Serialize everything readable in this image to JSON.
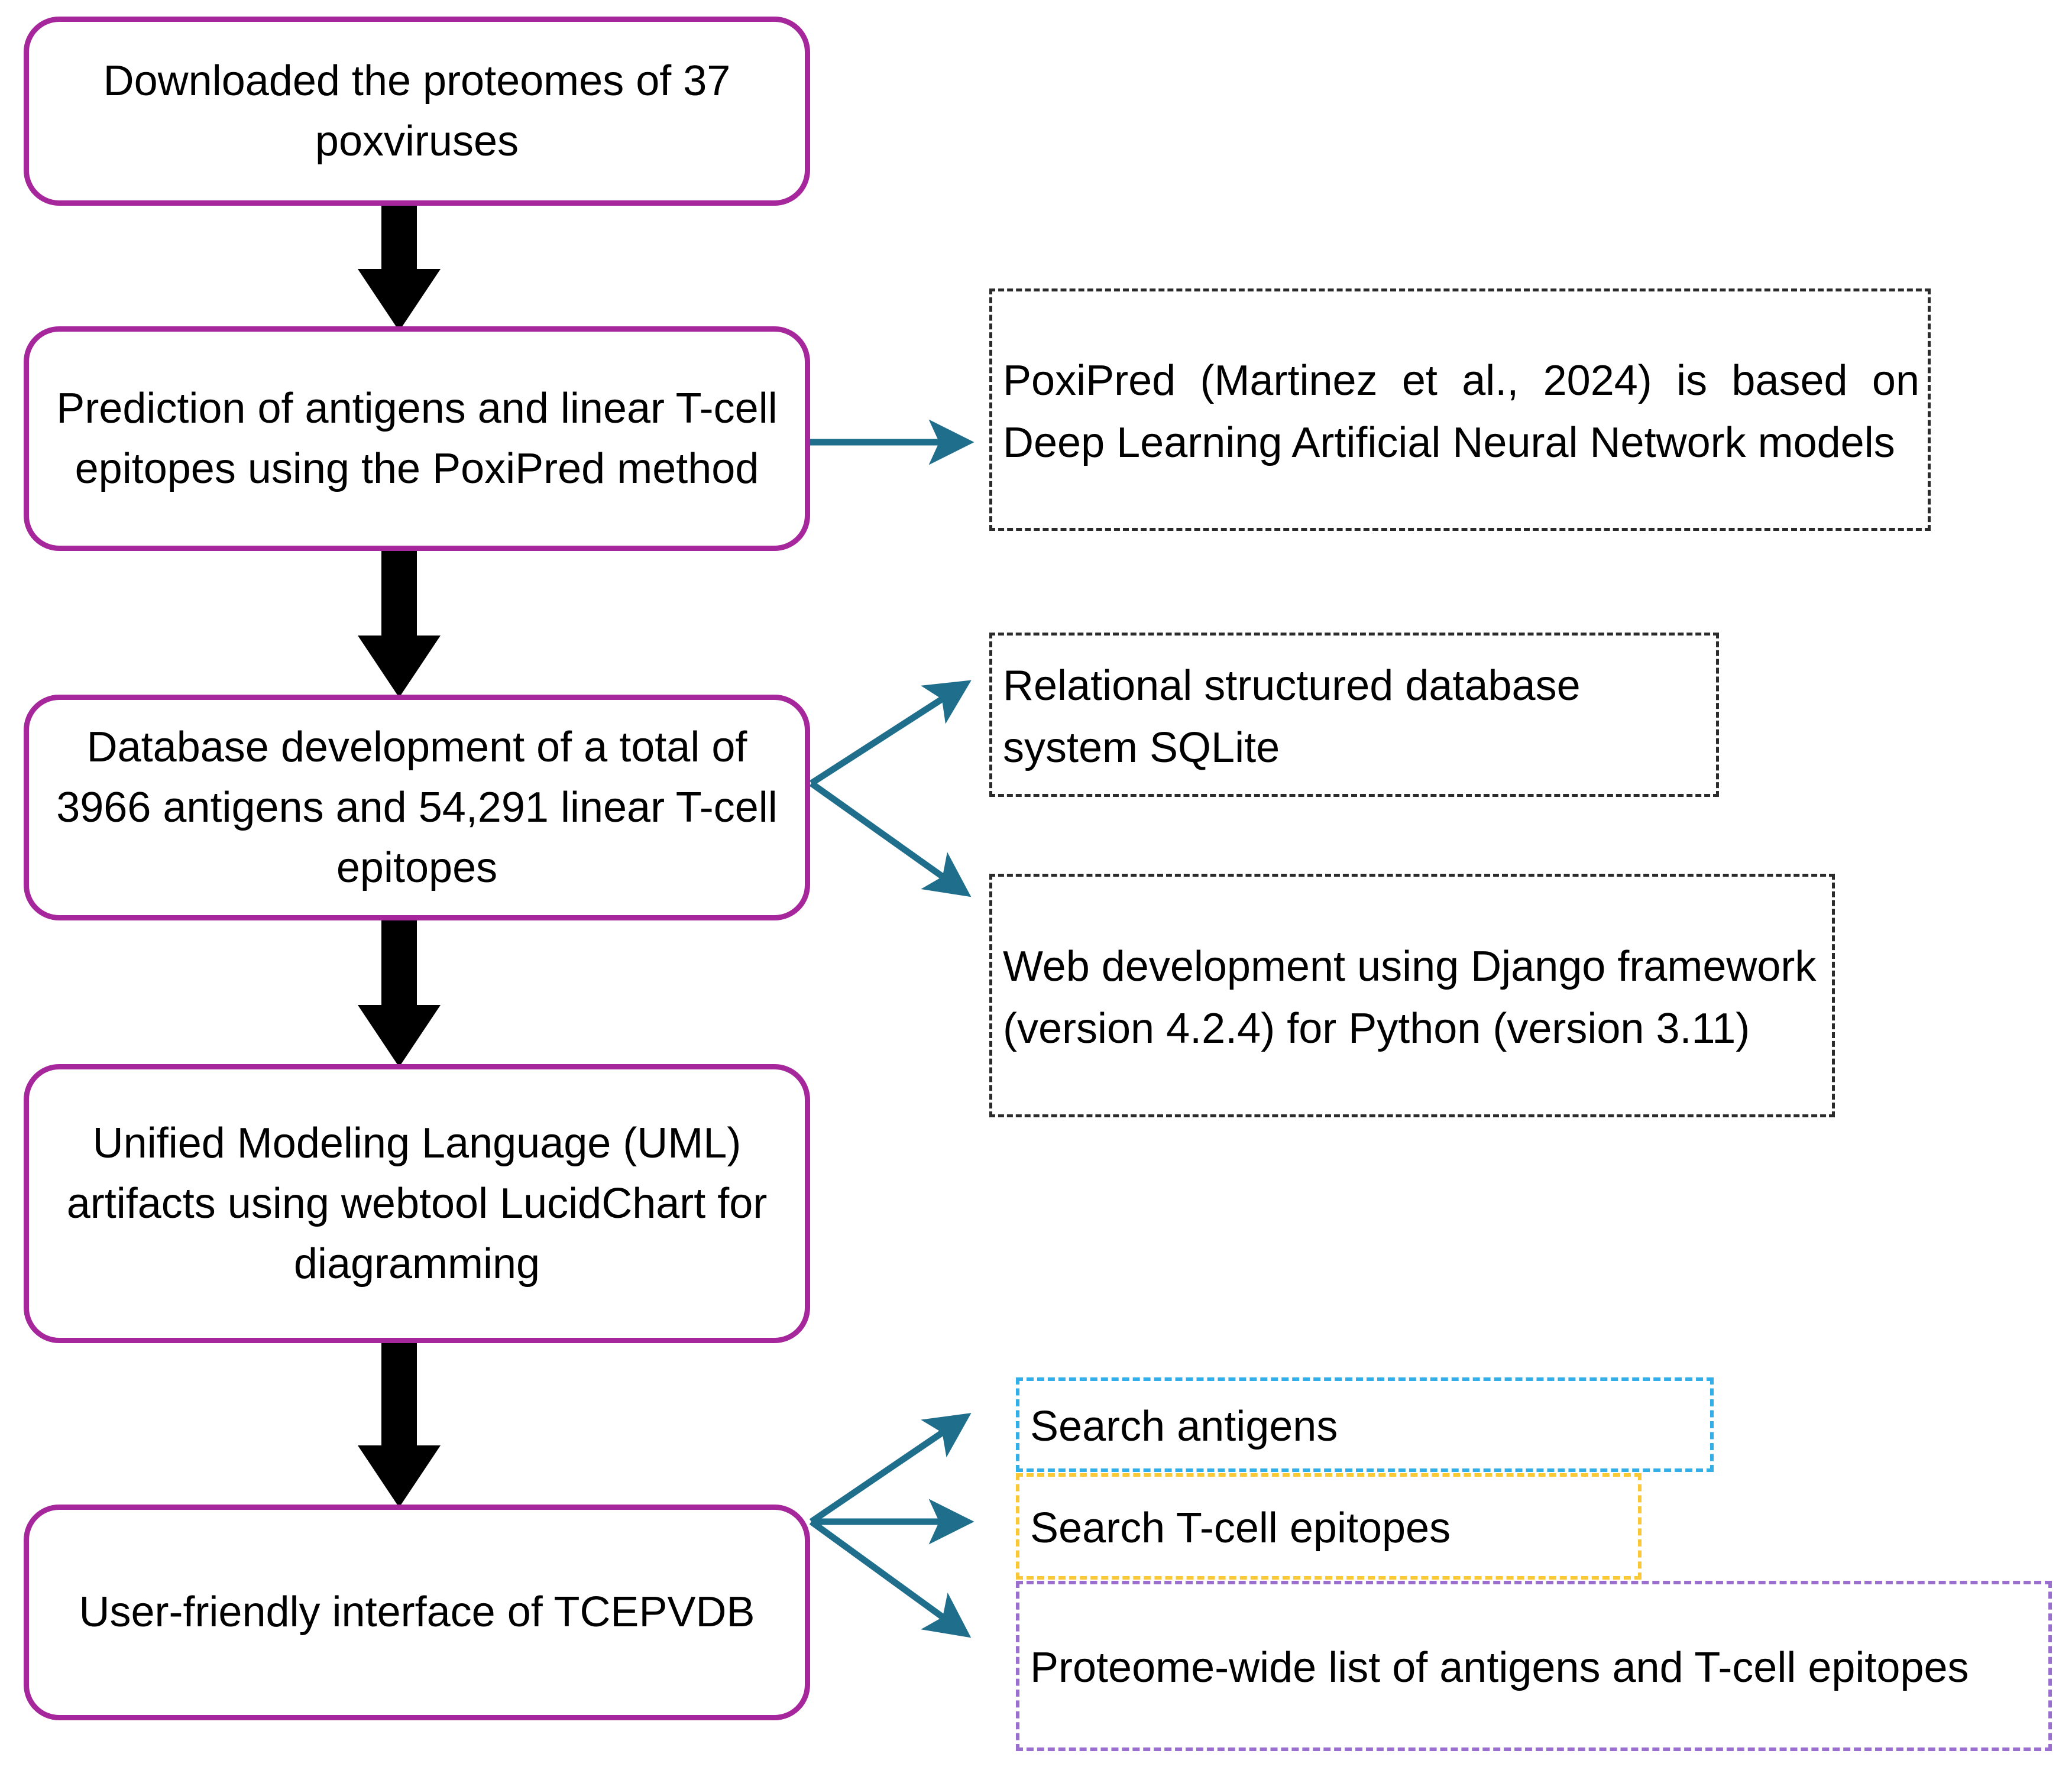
{
  "diagram": {
    "title": "TCEPVDB development workflow flowchart",
    "colors": {
      "process_border": "#A6269B",
      "connector_black": "#000000",
      "connector_teal": "#1F6E8C",
      "note_black": "#2b2b2b",
      "note_blue": "#32AFE8",
      "note_orange": "#FAC836",
      "note_purple": "#9B6FD0"
    }
  },
  "process_steps": [
    {
      "id": "step-download",
      "text": "Downloaded the proteomes of 37 poxviruses"
    },
    {
      "id": "step-prediction",
      "text": "Prediction of antigens and linear T-cell epitopes using the PoxiPred method"
    },
    {
      "id": "step-database",
      "text": "Database development of a total of 3966 antigens and 54,291 linear T-cell epitopes"
    },
    {
      "id": "step-uml",
      "text": "Unified Modeling Language (UML) artifacts using webtool LucidChart for diagramming"
    },
    {
      "id": "step-interface",
      "text": "User-friendly interface of TCEPVDB"
    }
  ],
  "annotations": [
    {
      "id": "note-poxipred",
      "style": "black",
      "text": "PoxiPred (Martinez et al., 2024) is based on Deep Learning Artificial Neural Network models"
    },
    {
      "id": "note-sqlite",
      "style": "black",
      "text": "Relational structured database system SQLite"
    },
    {
      "id": "note-django",
      "style": "black",
      "text": "Web development using Django framework (version 4.2.4) for Python (version 3.11)"
    },
    {
      "id": "note-search-antigens",
      "style": "blue",
      "text": "Search antigens"
    },
    {
      "id": "note-search-epitopes",
      "style": "orange",
      "text": "Search T-cell epitopes"
    },
    {
      "id": "note-proteome-list",
      "style": "purple",
      "text": "Proteome-wide list of antigens and T-cell epitopes"
    }
  ]
}
